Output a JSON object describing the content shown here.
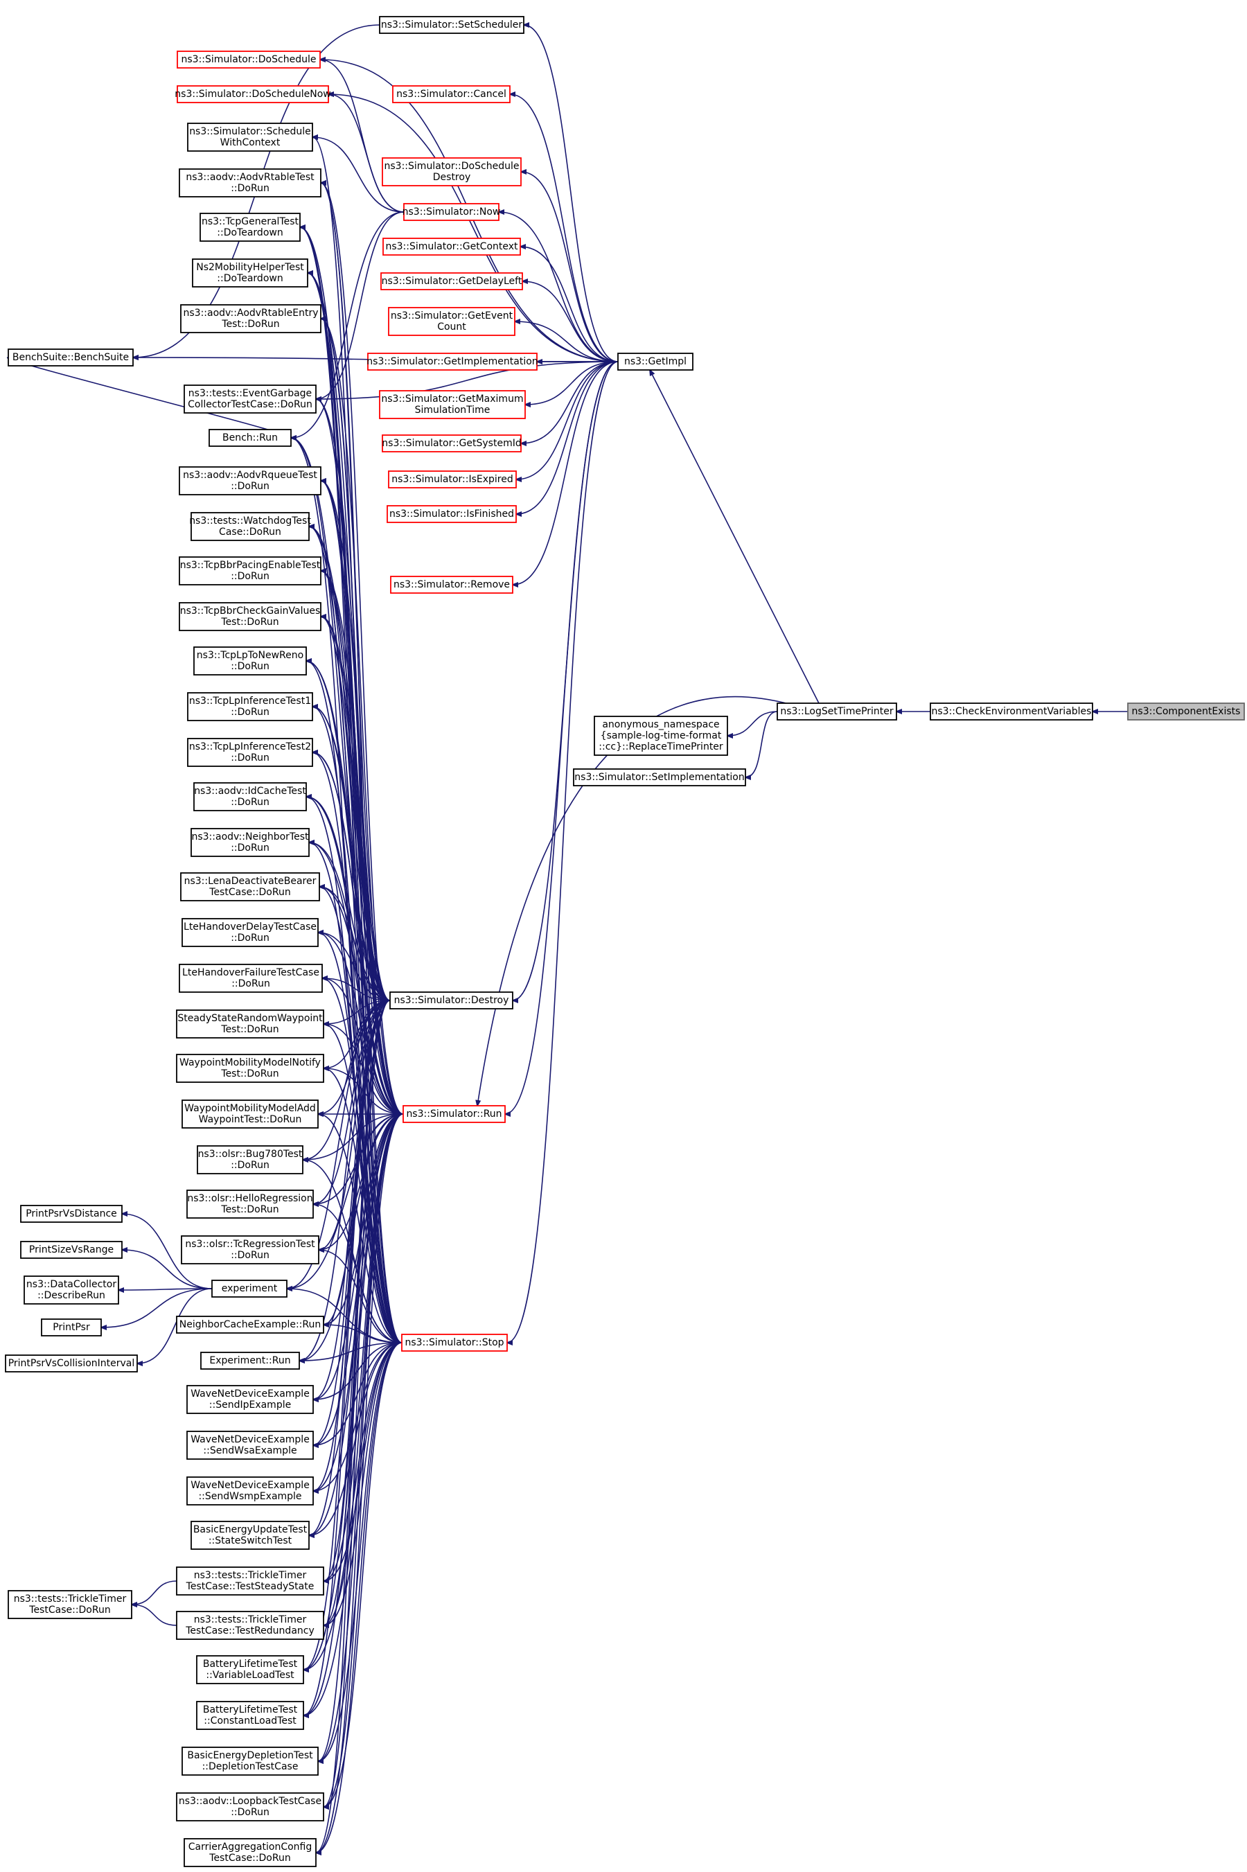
{
  "colors": {
    "edge": "#191970",
    "box_border": "#000000",
    "box_fill": "#ffffff",
    "truncated_border": "#ff0000",
    "root_fill": "#bfbfbf",
    "root_border": "#666666"
  },
  "nodes": [
    {
      "id": "n_setscheduler",
      "lines": [
        "ns3::Simulator::SetScheduler"
      ],
      "style": "normal"
    },
    {
      "id": "n_doschedule",
      "lines": [
        "ns3::Simulator::DoSchedule"
      ],
      "style": "truncated"
    },
    {
      "id": "n_doschedulenow",
      "lines": [
        "ns3::Simulator::DoScheduleNow"
      ],
      "style": "truncated"
    },
    {
      "id": "n_cancel",
      "lines": [
        "ns3::Simulator::Cancel"
      ],
      "style": "truncated"
    },
    {
      "id": "n_schedulewithcontext",
      "lines": [
        "ns3::Simulator::Schedule",
        "WithContext"
      ],
      "style": "normal"
    },
    {
      "id": "n_doscheduledestroy",
      "lines": [
        "ns3::Simulator::DoSchedule",
        "Destroy"
      ],
      "style": "truncated"
    },
    {
      "id": "n_aodvrtabletest",
      "lines": [
        "ns3::aodv::AodvRtableTest",
        "::DoRun"
      ],
      "style": "normal"
    },
    {
      "id": "n_now",
      "lines": [
        "ns3::Simulator::Now"
      ],
      "style": "truncated"
    },
    {
      "id": "n_tcpgeneraltest",
      "lines": [
        "ns3::TcpGeneralTest",
        "::DoTeardown"
      ],
      "style": "normal"
    },
    {
      "id": "n_getcontext",
      "lines": [
        "ns3::Simulator::GetContext"
      ],
      "style": "truncated"
    },
    {
      "id": "n_ns2mobility",
      "lines": [
        "Ns2MobilityHelperTest",
        "::DoTeardown"
      ],
      "style": "normal"
    },
    {
      "id": "n_getdelayleft",
      "lines": [
        "ns3::Simulator::GetDelayLeft"
      ],
      "style": "truncated"
    },
    {
      "id": "n_aodvrtableentry",
      "lines": [
        "ns3::aodv::AodvRtableEntry",
        "Test::DoRun"
      ],
      "style": "normal"
    },
    {
      "id": "n_geteventcount",
      "lines": [
        "ns3::Simulator::GetEvent",
        "Count"
      ],
      "style": "truncated"
    },
    {
      "id": "n_benchsuite",
      "lines": [
        "BenchSuite::BenchSuite"
      ],
      "style": "normal"
    },
    {
      "id": "n_getimplementation",
      "lines": [
        "ns3::Simulator::GetImplementation"
      ],
      "style": "truncated"
    },
    {
      "id": "n_getimpl",
      "lines": [
        "ns3::GetImpl"
      ],
      "style": "normal"
    },
    {
      "id": "n_eventgarbage",
      "lines": [
        "ns3::tests::EventGarbage",
        "CollectorTestCase::DoRun"
      ],
      "style": "normal"
    },
    {
      "id": "n_getmaximum",
      "lines": [
        "ns3::Simulator::GetMaximum",
        "SimulationTime"
      ],
      "style": "truncated"
    },
    {
      "id": "n_benchrun",
      "lines": [
        "Bench::Run"
      ],
      "style": "normal"
    },
    {
      "id": "n_getsystemid",
      "lines": [
        "ns3::Simulator::GetSystemId"
      ],
      "style": "truncated"
    },
    {
      "id": "n_aodvrqueuetest",
      "lines": [
        "ns3::aodv::AodvRqueueTest",
        "::DoRun"
      ],
      "style": "normal"
    },
    {
      "id": "n_isexpired",
      "lines": [
        "ns3::Simulator::IsExpired"
      ],
      "style": "truncated"
    },
    {
      "id": "n_watchdogtest",
      "lines": [
        "ns3::tests::WatchdogTest",
        "Case::DoRun"
      ],
      "style": "normal"
    },
    {
      "id": "n_isfinished",
      "lines": [
        "ns3::Simulator::IsFinished"
      ],
      "style": "truncated"
    },
    {
      "id": "n_tcpbbrpacing",
      "lines": [
        "ns3::TcpBbrPacingEnableTest",
        "::DoRun"
      ],
      "style": "normal"
    },
    {
      "id": "n_remove",
      "lines": [
        "ns3::Simulator::Remove"
      ],
      "style": "truncated"
    },
    {
      "id": "n_tcpbbrcheckgain",
      "lines": [
        "ns3::TcpBbrCheckGainValues",
        "Test::DoRun"
      ],
      "style": "normal"
    },
    {
      "id": "n_tcplptonewreno",
      "lines": [
        "ns3::TcpLpToNewReno",
        "::DoRun"
      ],
      "style": "normal"
    },
    {
      "id": "n_tcplpinference1",
      "lines": [
        "ns3::TcpLpInferenceTest1",
        "::DoRun"
      ],
      "style": "normal"
    },
    {
      "id": "n_logsettimeprinter",
      "lines": [
        "ns3::LogSetTimePrinter"
      ],
      "style": "normal"
    },
    {
      "id": "n_checkenv",
      "lines": [
        "ns3::CheckEnvironmentVariables"
      ],
      "style": "normal"
    },
    {
      "id": "n_componentexists",
      "lines": [
        "ns3::ComponentExists"
      ],
      "style": "root"
    },
    {
      "id": "n_anonymous",
      "lines": [
        "anonymous_namespace",
        "{sample-log-time-format",
        "::cc}::ReplaceTimePrinter"
      ],
      "style": "normal"
    },
    {
      "id": "n_tcplpinference2",
      "lines": [
        "ns3::TcpLpInferenceTest2",
        "::DoRun"
      ],
      "style": "normal"
    },
    {
      "id": "n_setimplementation",
      "lines": [
        "ns3::Simulator::SetImplementation"
      ],
      "style": "normal"
    },
    {
      "id": "n_idcachetest",
      "lines": [
        "ns3::aodv::IdCacheTest",
        "::DoRun"
      ],
      "style": "normal"
    },
    {
      "id": "n_neighbortest",
      "lines": [
        "ns3::aodv::NeighborTest",
        "::DoRun"
      ],
      "style": "normal"
    },
    {
      "id": "n_lenadeactivate",
      "lines": [
        "ns3::LenaDeactivateBearer",
        "TestCase::DoRun"
      ],
      "style": "normal"
    },
    {
      "id": "n_ltehandoverdelay",
      "lines": [
        "LteHandoverDelayTestCase",
        "::DoRun"
      ],
      "style": "normal"
    },
    {
      "id": "n_ltehandoverfailure",
      "lines": [
        "LteHandoverFailureTestCase",
        "::DoRun"
      ],
      "style": "normal"
    },
    {
      "id": "n_destroy",
      "lines": [
        "ns3::Simulator::Destroy"
      ],
      "style": "normal"
    },
    {
      "id": "n_steadystate",
      "lines": [
        "SteadyStateRandomWaypoint",
        "Test::DoRun"
      ],
      "style": "normal"
    },
    {
      "id": "n_waypointnotify",
      "lines": [
        "WaypointMobilityModelNotify",
        "Test::DoRun"
      ],
      "style": "normal"
    },
    {
      "id": "n_waypointadd",
      "lines": [
        "WaypointMobilityModelAdd",
        "WaypointTest::DoRun"
      ],
      "style": "normal"
    },
    {
      "id": "n_simrun",
      "lines": [
        "ns3::Simulator::Run"
      ],
      "style": "truncated"
    },
    {
      "id": "n_bug780",
      "lines": [
        "ns3::olsr::Bug780Test",
        "::DoRun"
      ],
      "style": "normal"
    },
    {
      "id": "n_helloregression",
      "lines": [
        "ns3::olsr::HelloRegression",
        "Test::DoRun"
      ],
      "style": "normal"
    },
    {
      "id": "n_printpsrvsdistance",
      "lines": [
        "PrintPsrVsDistance"
      ],
      "style": "normal"
    },
    {
      "id": "n_tcregression",
      "lines": [
        "ns3::olsr::TcRegressionTest",
        "::DoRun"
      ],
      "style": "normal"
    },
    {
      "id": "n_printsizevsrange",
      "lines": [
        "PrintSizeVsRange"
      ],
      "style": "normal"
    },
    {
      "id": "n_experiment",
      "lines": [
        "experiment"
      ],
      "style": "normal"
    },
    {
      "id": "n_datacollector",
      "lines": [
        "ns3::DataCollector",
        "::DescribeRun"
      ],
      "style": "normal"
    },
    {
      "id": "n_neighborcache",
      "lines": [
        "NeighborCacheExample::Run"
      ],
      "style": "normal"
    },
    {
      "id": "n_printpsr",
      "lines": [
        "PrintPsr"
      ],
      "style": "normal"
    },
    {
      "id": "n_simstop",
      "lines": [
        "ns3::Simulator::Stop"
      ],
      "style": "truncated"
    },
    {
      "id": "n_experimentrun",
      "lines": [
        "Experiment::Run"
      ],
      "style": "normal"
    },
    {
      "id": "n_printpsrcollision",
      "lines": [
        "PrintPsrVsCollisionInterval"
      ],
      "style": "normal"
    },
    {
      "id": "n_sendip",
      "lines": [
        "WaveNetDeviceExample",
        "::SendIpExample"
      ],
      "style": "normal"
    },
    {
      "id": "n_sendwsa",
      "lines": [
        "WaveNetDeviceExample",
        "::SendWsaExample"
      ],
      "style": "normal"
    },
    {
      "id": "n_sendwsmp",
      "lines": [
        "WaveNetDeviceExample",
        "::SendWsmpExample"
      ],
      "style": "normal"
    },
    {
      "id": "n_basicenergyupdate",
      "lines": [
        "BasicEnergyUpdateTest",
        "::StateSwitchTest"
      ],
      "style": "normal"
    },
    {
      "id": "n_tricklesteady",
      "lines": [
        "ns3::tests::TrickleTimer",
        "TestCase::TestSteadyState"
      ],
      "style": "normal"
    },
    {
      "id": "n_trickledorun",
      "lines": [
        "ns3::tests::TrickleTimer",
        "TestCase::DoRun"
      ],
      "style": "normal"
    },
    {
      "id": "n_trickleredundancy",
      "lines": [
        "ns3::tests::TrickleTimer",
        "TestCase::TestRedundancy"
      ],
      "style": "normal"
    },
    {
      "id": "n_batteryvariable",
      "lines": [
        "BatteryLifetimeTest",
        "::VariableLoadTest"
      ],
      "style": "normal"
    },
    {
      "id": "n_batteryconstant",
      "lines": [
        "BatteryLifetimeTest",
        "::ConstantLoadTest"
      ],
      "style": "normal"
    },
    {
      "id": "n_basicenergydepletion",
      "lines": [
        "BasicEnergyDepletionTest",
        "::DepletionTestCase"
      ],
      "style": "normal"
    },
    {
      "id": "n_loopback",
      "lines": [
        "ns3::aodv::LoopbackTestCase",
        "::DoRun"
      ],
      "style": "normal"
    },
    {
      "id": "n_carrieraggregation",
      "lines": [
        "CarrierAggregationConfig",
        "TestCase::DoRun"
      ],
      "style": "normal"
    }
  ]
}
